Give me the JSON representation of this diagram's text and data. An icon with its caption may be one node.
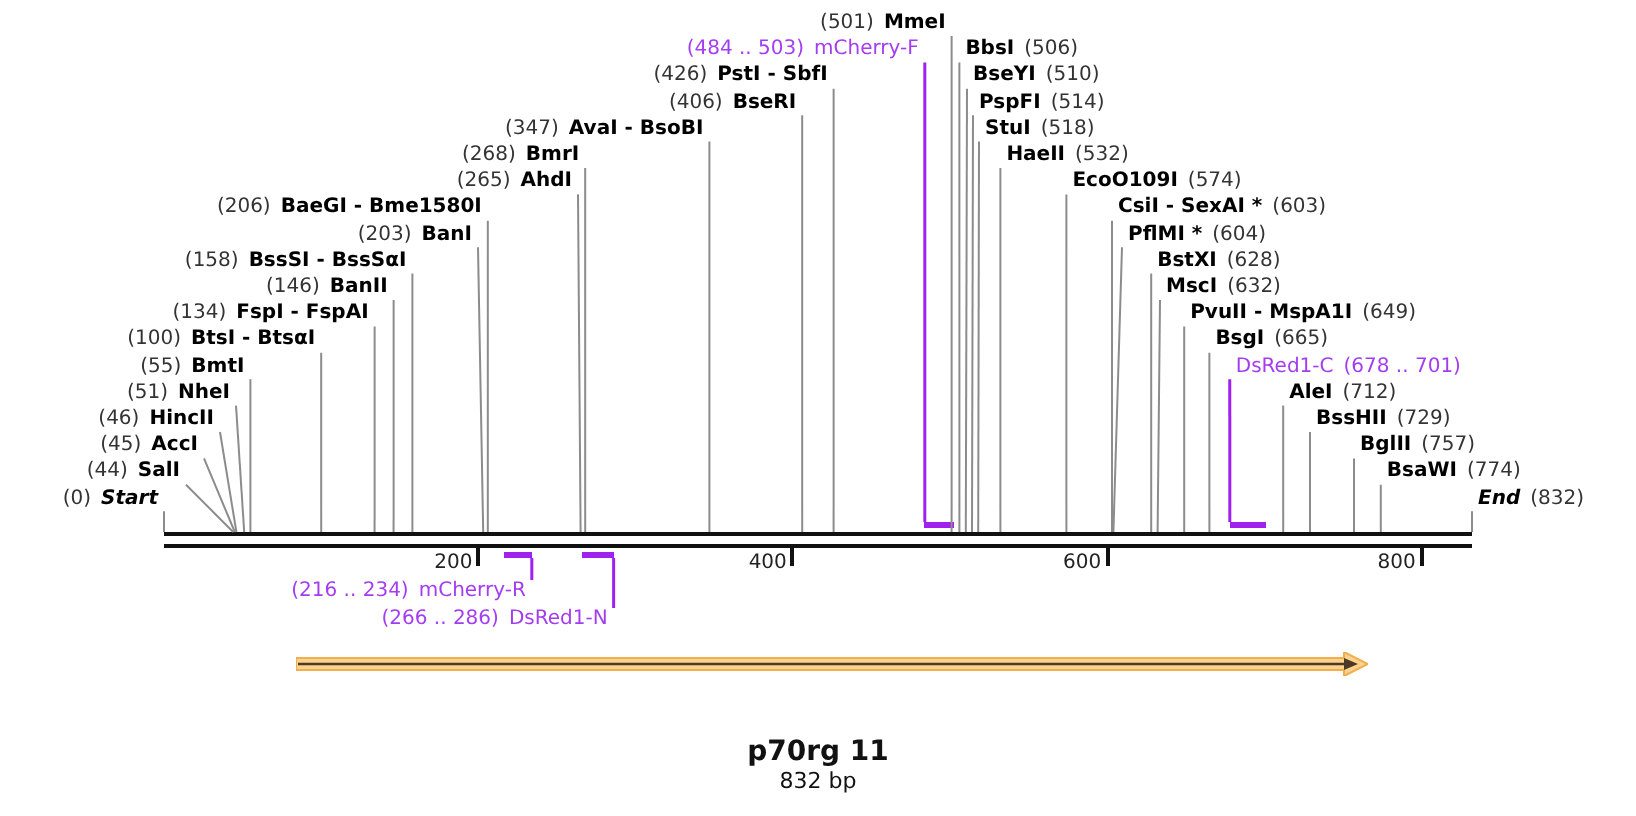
{
  "diagram": {
    "title": "p70rg 11",
    "nodes": [
      {
        "text": [
          "(0)",
          "Start"
        ]
      },
      {
        "text": [
          "(44)",
          "SalI"
        ]
      },
      {
        "text": [
          "(45)",
          "AccI"
        ]
      },
      {
        "text": [
          "(46)",
          "HincII"
        ]
      },
      {
        "text": [
          "(51)",
          "NheI"
        ]
      },
      {
        "text": [
          "(55)",
          "BmtI"
        ]
      },
      {
        "text": [
          "(100)",
          "BtsI - BtsαI"
        ]
      },
      {
        "text": [
          "(134)",
          "FspI - FspAI"
        ]
      },
      {
        "text": [
          "(146)",
          "BanII"
        ]
      },
      {
        "text": [
          "(158)",
          "BssSI - BssSαI"
        ]
      },
      {
        "text": [
          "(203)",
          "BanI"
        ]
      },
      {
        "text": [
          "(206)",
          "BaeGI - Bme1580I"
        ]
      },
      {
        "text": [
          "(216 .. 234)",
          "mCherry-R"
        ]
      },
      {
        "text": [
          "(265)",
          "AhdI"
        ]
      },
      {
        "text": [
          "(266 .. 286)",
          "DsRed1-N"
        ]
      },
      {
        "text": [
          "(268)",
          "BmrI"
        ]
      },
      {
        "text": [
          "(347)",
          "AvaI - BsoBI"
        ]
      },
      {
        "text": [
          "(406)",
          "BseRI"
        ]
      },
      {
        "text": [
          "(426)",
          "PstI - SbfI"
        ]
      },
      {
        "text": [
          "(484 .. 503)",
          "mCherry-F"
        ]
      },
      {
        "text": [
          "(501)",
          "MmeI"
        ]
      },
      {
        "text": [
          "BbsI",
          "(506)"
        ]
      },
      {
        "text": [
          "BseYI",
          "(510)"
        ]
      },
      {
        "text": [
          "PspFI",
          "(514)"
        ]
      },
      {
        "text": [
          "StuI",
          "(518)"
        ]
      },
      {
        "text": [
          "HaeII",
          "(532)"
        ]
      },
      {
        "text": [
          "EcoO109I",
          "(574)"
        ]
      },
      {
        "text": [
          "CsiI - SexAI *",
          "(603)"
        ]
      },
      {
        "text": [
          "PflMI *",
          "(604)"
        ]
      },
      {
        "text": [
          "BstXI",
          "(628)"
        ]
      },
      {
        "text": [
          "MscI",
          "(632)"
        ]
      },
      {
        "text": [
          "PvuII - MspA1I",
          "(649)"
        ]
      },
      {
        "text": [
          "BsgI",
          "(665)"
        ]
      },
      {
        "text": [
          "DsRed1-C",
          "(678 .. 701)"
        ]
      },
      {
        "text": [
          "AleI",
          "(712)"
        ]
      },
      {
        "text": [
          "BssHII",
          "(729)"
        ]
      },
      {
        "text": [
          "BglII",
          "(757)"
        ]
      },
      {
        "text": [
          "BsaWI",
          "(774)"
        ]
      },
      {
        "text": [
          "End",
          "(832)"
        ]
      },
      {
        "text": [],
        "shape": "bar"
      },
      {
        "text": [],
        "shape": "bar"
      },
      {
        "text": [],
        "shape": "bar"
      },
      {
        "text": [],
        "shape": "bar"
      },
      {
        "text": [],
        "shape": "bar"
      }
    ],
    "edges": [
      {
        "from": 0,
        "to": 39,
        "arrow": "none"
      },
      {
        "from": 1,
        "to": 39,
        "arrow": "none"
      },
      {
        "from": 2,
        "to": 39,
        "arrow": "none"
      },
      {
        "from": 3,
        "to": 39,
        "arrow": "none"
      },
      {
        "from": 4,
        "to": 39,
        "arrow": "none"
      },
      {
        "from": 5,
        "to": 39,
        "arrow": "none"
      },
      {
        "from": 6,
        "to": 39,
        "arrow": "none"
      },
      {
        "from": 7,
        "to": 39,
        "arrow": "none"
      },
      {
        "from": 8,
        "to": 39,
        "arrow": "none"
      },
      {
        "from": 9,
        "to": 39,
        "arrow": "none"
      },
      {
        "from": 10,
        "to": 39,
        "arrow": "none"
      },
      {
        "from": 11,
        "to": 39,
        "arrow": "none"
      },
      {
        "from": 12,
        "to": 40,
        "arrow": "none",
        "color": "#a020f0"
      },
      {
        "from": 13,
        "to": 39,
        "arrow": "none"
      },
      {
        "from": 14,
        "to": 41,
        "arrow": "none",
        "color": "#a020f0"
      },
      {
        "from": 15,
        "to": 39,
        "arrow": "none"
      },
      {
        "from": 16,
        "to": 39,
        "arrow": "none"
      },
      {
        "from": 17,
        "to": 39,
        "arrow": "none"
      },
      {
        "from": 18,
        "to": 39,
        "arrow": "none"
      },
      {
        "from": 19,
        "to": 42,
        "arrow": "none",
        "color": "#a020f0"
      },
      {
        "from": 20,
        "to": 39,
        "arrow": "none"
      },
      {
        "from": 21,
        "to": 39,
        "arrow": "none"
      },
      {
        "from": 22,
        "to": 39,
        "arrow": "none"
      },
      {
        "from": 23,
        "to": 39,
        "arrow": "none"
      },
      {
        "from": 24,
        "to": 39,
        "arrow": "none"
      },
      {
        "from": 25,
        "to": 39,
        "arrow": "none"
      },
      {
        "from": 26,
        "to": 39,
        "arrow": "none"
      },
      {
        "from": 27,
        "to": 39,
        "arrow": "none"
      },
      {
        "from": 28,
        "to": 39,
        "arrow": "none"
      },
      {
        "from": 29,
        "to": 39,
        "arrow": "none"
      },
      {
        "from": 30,
        "to": 39,
        "arrow": "none"
      },
      {
        "from": 31,
        "to": 39,
        "arrow": "none"
      },
      {
        "from": 32,
        "to": 39,
        "arrow": "none"
      },
      {
        "from": 33,
        "to": 43,
        "arrow": "none",
        "color": "#a020f0"
      },
      {
        "from": 34,
        "to": 39,
        "arrow": "none"
      },
      {
        "from": 35,
        "to": 39,
        "arrow": "none"
      },
      {
        "from": 36,
        "to": 39,
        "arrow": "none"
      },
      {
        "from": 37,
        "to": 39,
        "arrow": "none"
      },
      {
        "from": 38,
        "to": 39,
        "arrow": "none"
      }
    ],
    "labels": [
      "200",
      "400",
      "600",
      "800",
      "832 bp"
    ]
  }
}
